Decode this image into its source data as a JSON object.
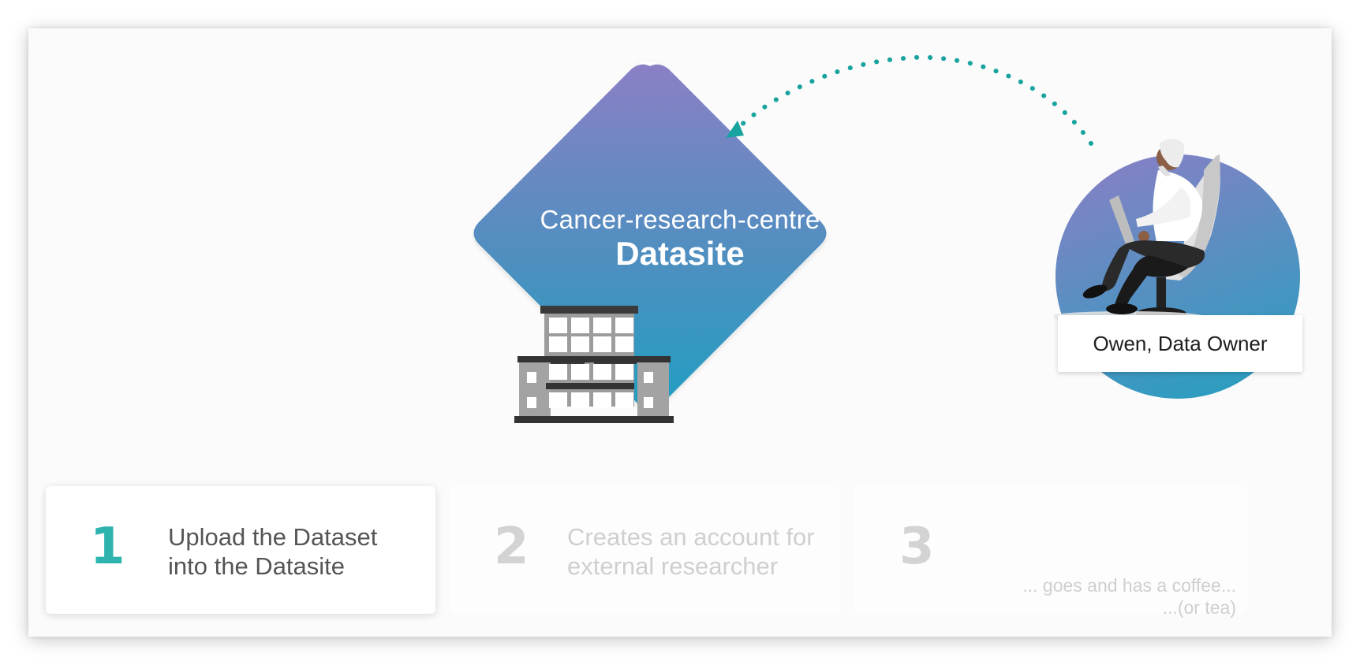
{
  "datasite": {
    "org": "Cancer-research-centre",
    "title": "Datasite"
  },
  "owner": {
    "label": "Owen, Data Owner"
  },
  "steps": [
    {
      "number": "1",
      "text_line1": "Upload the Dataset",
      "text_line2": "into the Datasite"
    },
    {
      "number": "2",
      "text_line1": "Creates an account for",
      "text_line2": "external researcher"
    },
    {
      "number": "3",
      "note_line1": "... goes and has a coffee...",
      "note_line2": "...(or tea)"
    }
  ],
  "colors": {
    "accent": "#2fb3ae",
    "gradient_top": "#8a80c6",
    "gradient_bottom": "#1f9fc2",
    "arrow": "#18a39f",
    "dim_text": "#cfcfcf"
  },
  "icons": {
    "building": "building-icon",
    "person": "person-with-laptop-icon",
    "arrow": "dotted-arc-arrow-icon"
  }
}
